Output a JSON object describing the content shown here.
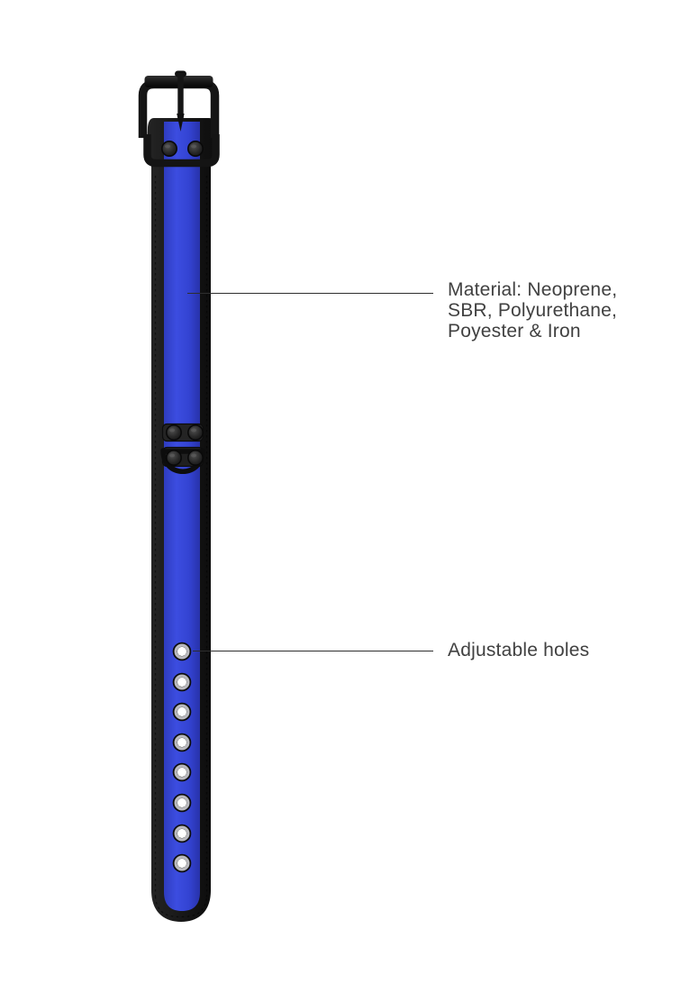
{
  "background_color": "#ffffff",
  "product": {
    "colors": {
      "strap_blue": "#3646d4",
      "trim_black": "#181818",
      "hardware_black": "#141414",
      "eyelet_metal": "#b9b9be"
    },
    "adjustment_hole_count": 8
  },
  "annotations": {
    "material": {
      "lines": [
        "Material: Neoprene,",
        "SBR, Polyurethane,",
        "Poyester & Iron"
      ]
    },
    "holes": {
      "lines": [
        "Adjustable holes"
      ]
    }
  },
  "annotation_style": {
    "text_color": "#414141",
    "leader_line_color": "#2e2e2e"
  }
}
